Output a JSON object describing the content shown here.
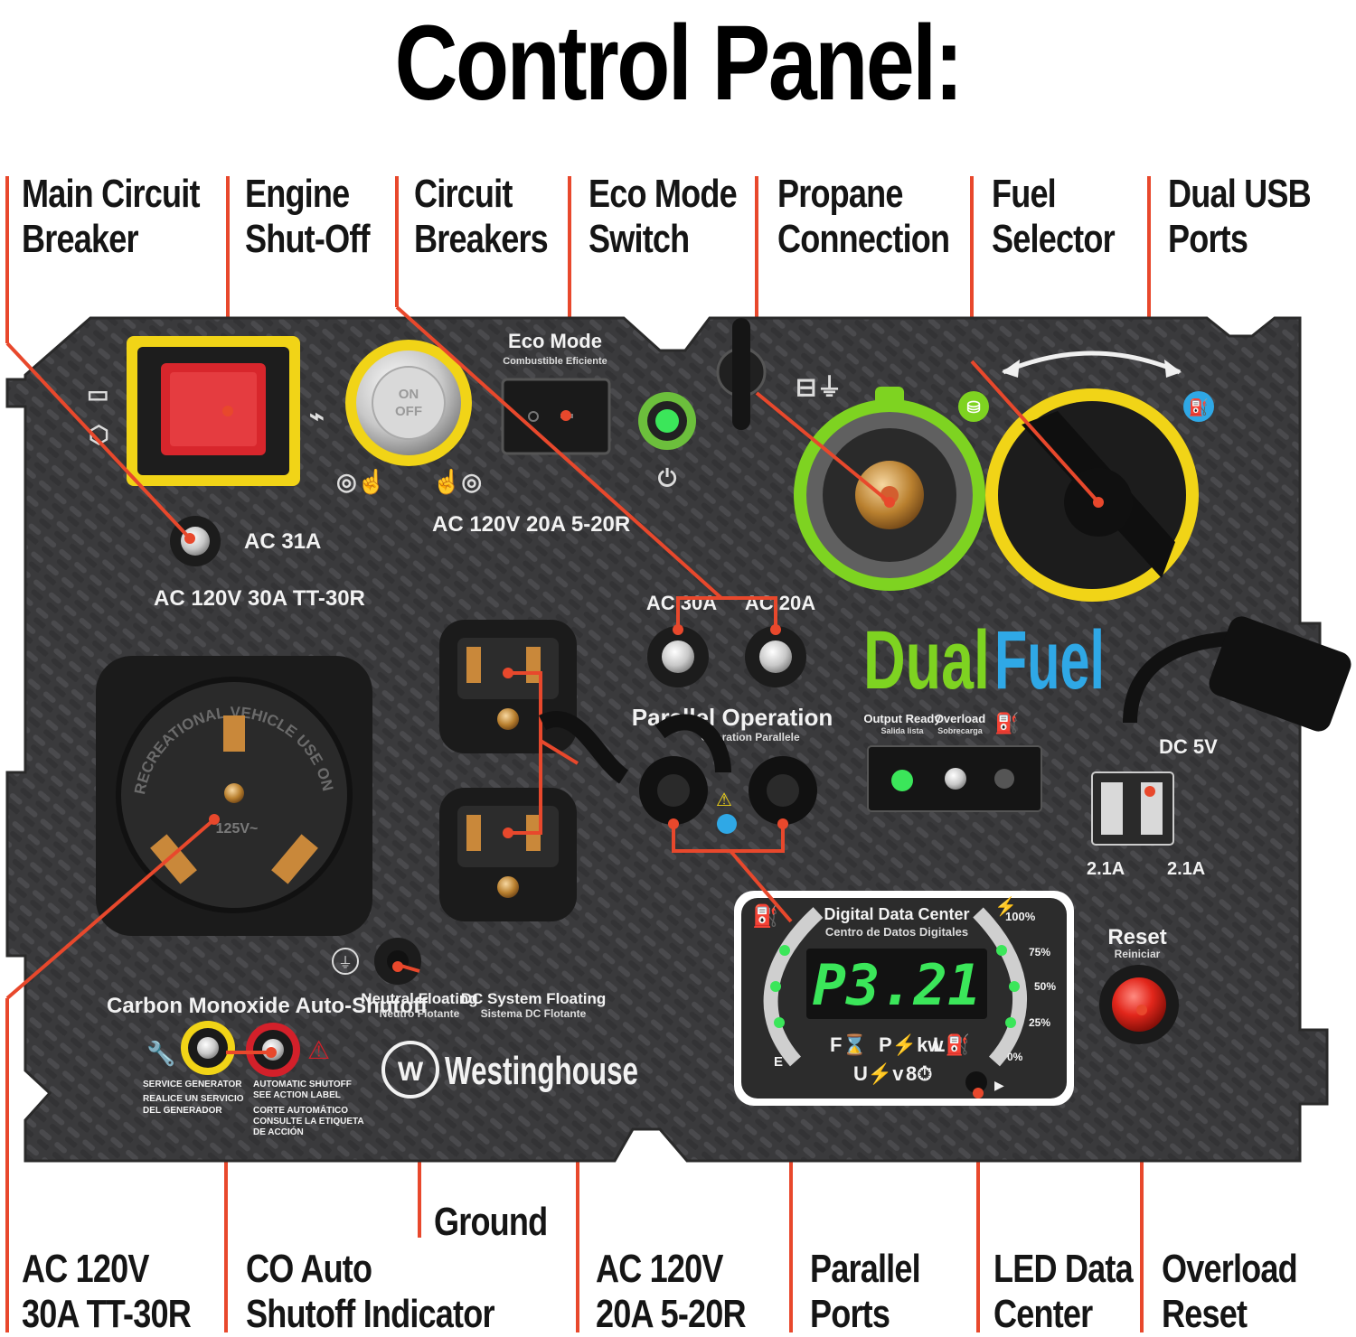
{
  "title": "Control Panel:",
  "callouts_top": [
    {
      "id": "main-circuit-breaker",
      "lines": [
        "Main Circuit",
        "Breaker"
      ]
    },
    {
      "id": "engine-shutoff",
      "lines": [
        "Engine",
        "Shut-Off"
      ]
    },
    {
      "id": "circuit-breakers",
      "lines": [
        "Circuit",
        "Breakers"
      ]
    },
    {
      "id": "eco-mode-switch",
      "lines": [
        "Eco Mode",
        "Switch"
      ]
    },
    {
      "id": "propane-connection",
      "lines": [
        "Propane",
        "Connection"
      ]
    },
    {
      "id": "fuel-selector",
      "lines": [
        "Fuel",
        "Selector"
      ]
    },
    {
      "id": "dual-usb-ports",
      "lines": [
        "Dual USB",
        "Ports"
      ]
    }
  ],
  "callouts_bottom": [
    {
      "id": "ac-120v-30a",
      "lines": [
        "AC 120V",
        "30A TT-30R"
      ]
    },
    {
      "id": "co-auto-shutoff-indicator",
      "lines": [
        "CO Auto",
        "Shutoff Indicator"
      ]
    },
    {
      "id": "ground",
      "lines": [
        "Ground"
      ]
    },
    {
      "id": "ac-120v-20a",
      "lines": [
        "AC 120V",
        "20A 5-20R"
      ]
    },
    {
      "id": "parallel-ports",
      "lines": [
        "Parallel",
        "Ports"
      ]
    },
    {
      "id": "led-data-center",
      "lines": [
        "LED Data",
        "Center"
      ]
    },
    {
      "id": "overload-reset",
      "lines": [
        "Overload",
        "Reset"
      ]
    }
  ],
  "panel": {
    "eco_mode": "Eco Mode",
    "eco_mode_sub": "Combustible Eficiente",
    "on_off": [
      "ON",
      "OFF"
    ],
    "ac31": "AC 31A",
    "tt30_label": "AC 120V 30A TT-30R",
    "r520_label": "AC 120V 20A 5-20R",
    "ac30": "AC 30A",
    "ac20": "AC 20A",
    "dual": "Dual",
    "fuel": "Fuel",
    "parallel": "Parallel Operation",
    "parallel_sub": "Operation Parallele",
    "output_ready": "Output Ready",
    "output_ready_sub": "Salida lista",
    "overload": "Overload",
    "overload_sub": "Sobrecarga",
    "dc5v": "DC 5V",
    "usb_a1": "2.1A",
    "usb_a2": "2.1A",
    "rv_text": "RECREATIONAL VEHICLE USE ONLY",
    "rv_rating": "125V~",
    "co_title": "Carbon Monoxide Auto-Shutoff",
    "service": [
      "SERVICE GENERATOR",
      "REALICE UN SERVICIO",
      "DEL GENERADOR"
    ],
    "autoshut": [
      "AUTOMATIC SHUTOFF",
      "SEE ACTION LABEL",
      "CORTE AUTOMÁTICO",
      "CONSULTE LA ETIQUETA",
      "DE ACCIÓN"
    ],
    "neutral": "Neutral Floating",
    "neutral_sub": "Neutro Flotante",
    "dcsys": "DC System Floating",
    "dcsys_sub": "Sistema DC Flotante",
    "brand": "Westinghouse",
    "ddc": "Digital Data Center",
    "ddc_sub": "Centro de Datos Digitales",
    "display": "P3.21",
    "gauge": [
      "100%",
      "75%",
      "50%",
      "25%",
      "0%"
    ],
    "fuel_e": "E",
    "icons_row1": [
      "F⌛",
      "P⚡kw",
      "L⛽"
    ],
    "icons_row2": [
      "U⚡v",
      "8⏱"
    ],
    "reset": "Reset",
    "reset_sub": "Reiniciar"
  },
  "colors": {
    "accent": "#e8482c",
    "panel": "#3b3b3d",
    "green": "#7ed321",
    "blue": "#2fa8e6",
    "yellow": "#f1d417"
  }
}
